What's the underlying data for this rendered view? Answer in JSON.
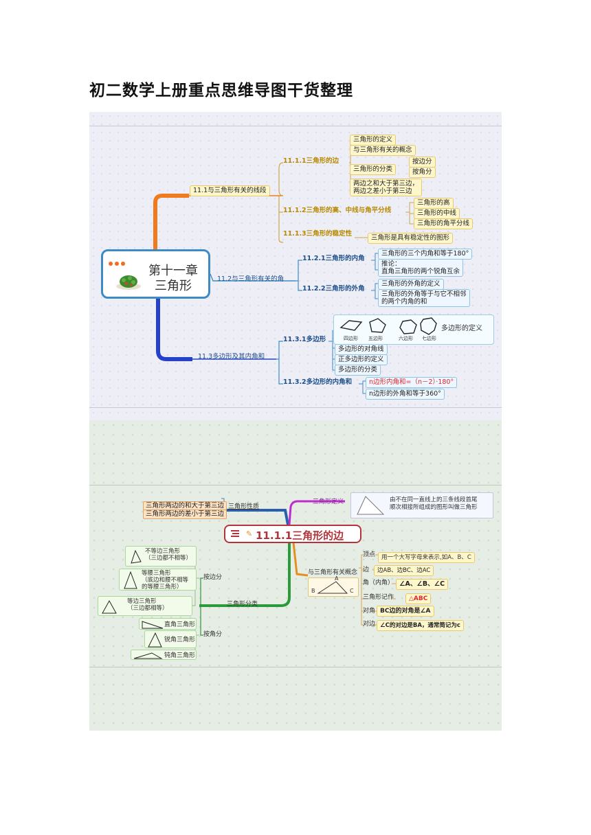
{
  "page": {
    "title": "初二数学上册重点思维导图干货整理"
  },
  "map1": {
    "center": {
      "line1": "第十一章",
      "line2": "三角形"
    },
    "b1": {
      "label": "11.1与三角形有关的线段",
      "s1": {
        "label": "11.1.1三角形的边",
        "items": [
          "三角形的定义",
          "与三角形有关的概念",
          "三角形的分类",
          "两边之和大于第三边，",
          "两边之差小于第三边"
        ],
        "classify": [
          "按边分",
          "按角分"
        ]
      },
      "s2": {
        "label": "11.1.2三角形的高、中线与角平分线",
        "items": [
          "三角形的高",
          "三角形的中线",
          "三角形的角平分线"
        ]
      },
      "s3": {
        "label": "11.1.3三角形的稳定性",
        "items": [
          "三角形是具有稳定性的图形"
        ]
      }
    },
    "b2": {
      "label": "11.2与三角形有关的角",
      "s1": {
        "label": "11.2.1三角形的内角",
        "items": [
          "三角形的三个内角和等于180°",
          "推论：",
          "直角三角形的两个锐角互余"
        ]
      },
      "s2": {
        "label": "11.2.2三角形的外角",
        "items": [
          "三角形的外角的定义",
          "三角形的外角等于与它不相邻",
          "的两个内角的和"
        ]
      }
    },
    "b3": {
      "label": "11.3多边形及其内角和",
      "s1": {
        "label": "11.3.1多边形",
        "shapes": [
          "四边形",
          "五边形",
          "六边形",
          "七边形"
        ],
        "def": "多边形的定义",
        "items": [
          "多边形的对角线",
          "正多边形的定义",
          "多边形的分类"
        ]
      },
      "s2": {
        "label": "11.3.2多边形的内角和",
        "items": [
          "n边形内角和=（n－2）·180°",
          "n边形的外角和等于360°"
        ]
      }
    }
  },
  "map2": {
    "center": "11.1.1三角形的边",
    "property": {
      "label": "三角形性质",
      "items": [
        "三角形两边的和大于第三边",
        "三角形两边的差小于第三边"
      ]
    },
    "definition": {
      "label": "三角形定义",
      "text1": "由不在同一直线上的三条线段首尾",
      "text2": "顺次相接所组成的图形叫做三角形"
    },
    "classify": {
      "label": "三角形分类",
      "by_side": {
        "label": "按边分",
        "items": [
          {
            "l1": "不等边三角形",
            "l2": "（三边都不相等）"
          },
          {
            "l1": "等腰三角形",
            "l2": "（底边和腰不相等",
            "l3": "的等腰三角形）"
          },
          {
            "l1": "等边三角形",
            "l2": "（三边都相等）"
          }
        ]
      },
      "by_angle": {
        "label": "按角分",
        "items": [
          "直角三角形",
          "锐角三角形",
          "钝角三角形"
        ]
      }
    },
    "concepts": {
      "label": "与三角形有关概念",
      "tri_labels": [
        "A",
        "B",
        "C"
      ],
      "rows": [
        {
          "k": "顶点",
          "v": "用一个大写字母来表示,如A、B、C"
        },
        {
          "k": "边",
          "v": "边AB、边BC、边AC"
        },
        {
          "k": "角（内角）",
          "v": "∠A、∠B、∠C"
        },
        {
          "k": "三角形记作",
          "v": "△ABC"
        },
        {
          "k": "对角",
          "v": "BC边的对角是∠A"
        },
        {
          "k": "对边",
          "v": "∠C的对边是BA，通常简记为c"
        }
      ]
    }
  }
}
